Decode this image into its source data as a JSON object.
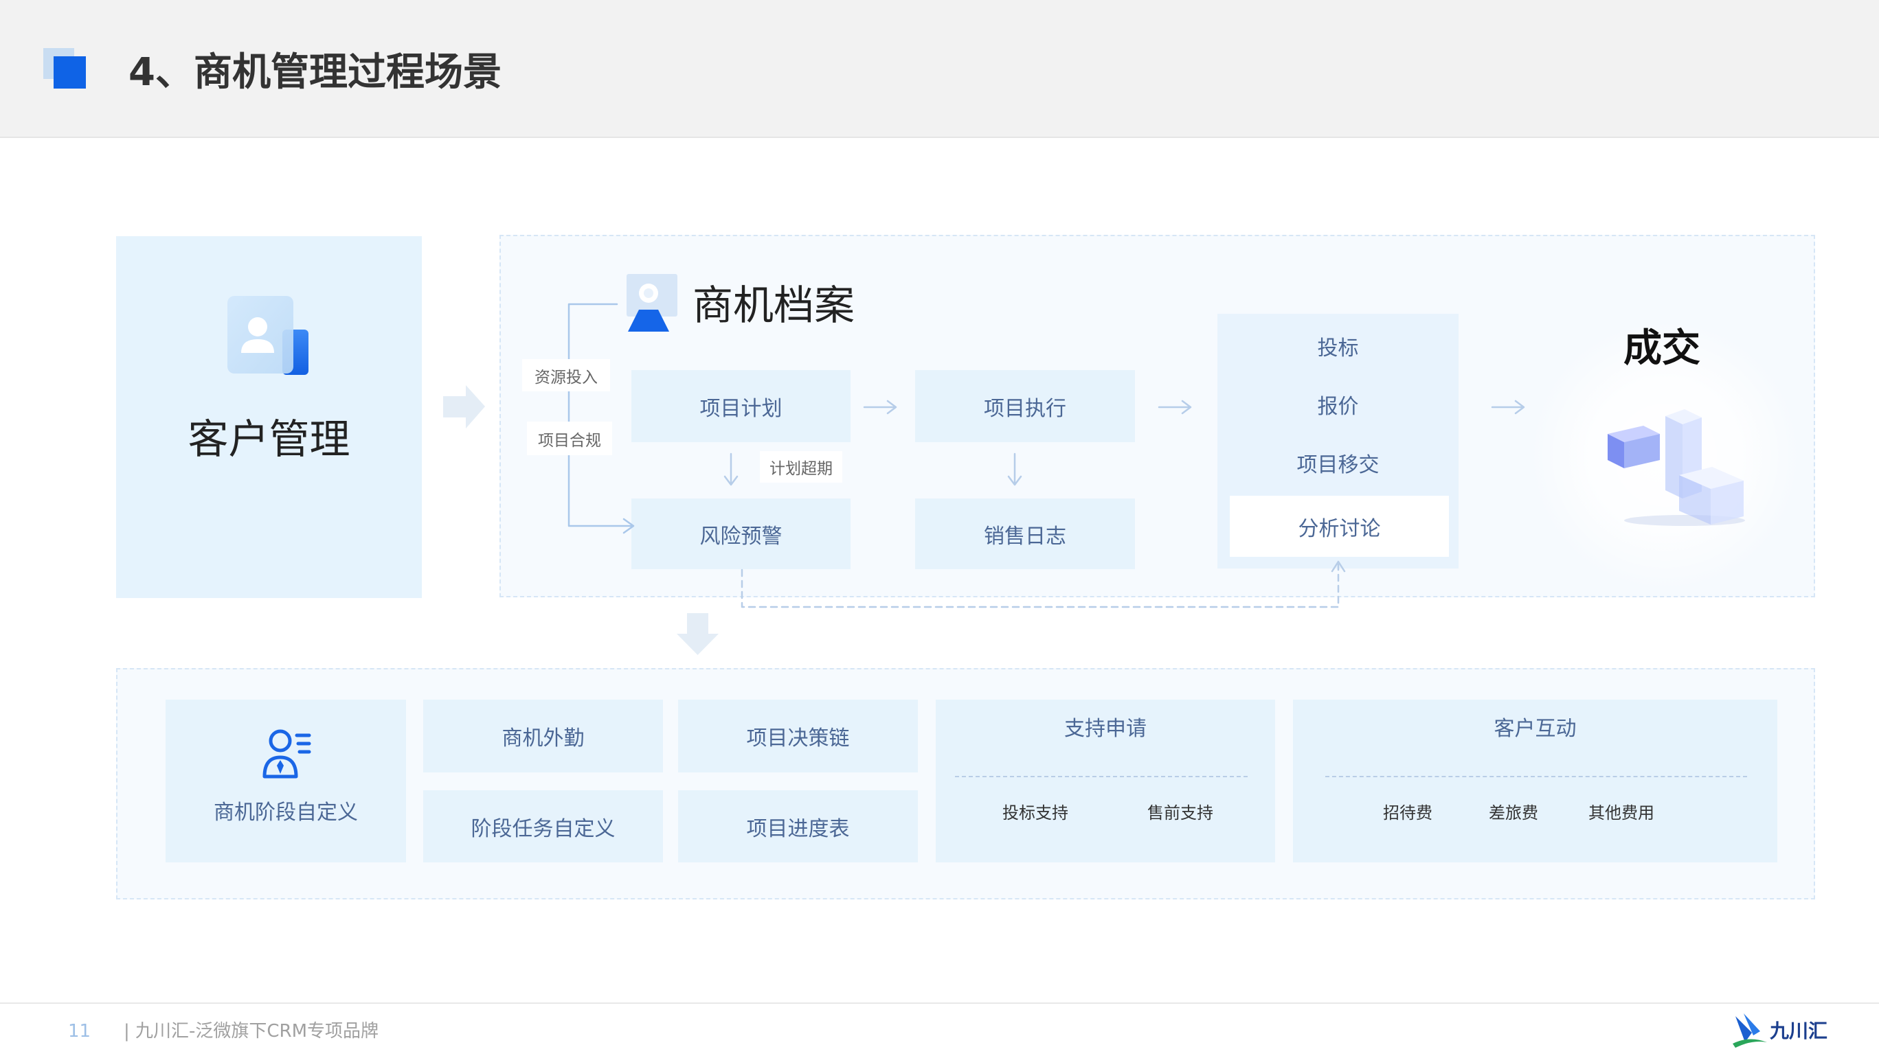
{
  "slide": {
    "title": "4、商机管理过程场景",
    "page_number": "11",
    "footer": "| 九川汇-泛微旗下CRM专项品牌"
  },
  "logo": {
    "text": "九川汇",
    "icon": "jiuchuanhui-logo-icon"
  },
  "customer": {
    "label": "客户管理",
    "icon": "customer-card-icon"
  },
  "opportunity": {
    "title": "商机档案",
    "icon": "opportunity-profile-icon",
    "inputs": [
      "资源投入",
      "项目合规"
    ],
    "plan": "项目计划",
    "execute": "项目执行",
    "risk": "风险预警",
    "log": "销售日志",
    "overdue": "计划超期",
    "stages": [
      "投标",
      "报价",
      "项目移交",
      "分析讨论"
    ],
    "result": "成交",
    "result_icon": "deal-blocks-icon"
  },
  "features": {
    "stage_custom": {
      "label": "商机阶段自定义",
      "icon": "stage-user-icon"
    },
    "field_visit": "商机外勤",
    "task_custom": "阶段任务自定义",
    "decision_chain": "项目决策链",
    "progress": "项目进度表",
    "support": {
      "title": "支持申请",
      "items": [
        "投标支持",
        "售前支持"
      ]
    },
    "interaction": {
      "title": "客户互动",
      "items": [
        "招待费",
        "差旅费",
        "其他费用"
      ]
    }
  },
  "colors": {
    "accent": "#1563e8",
    "panel": "#e6f3fc",
    "box_text": "#4b6795",
    "connector": "#b3cbe8"
  }
}
